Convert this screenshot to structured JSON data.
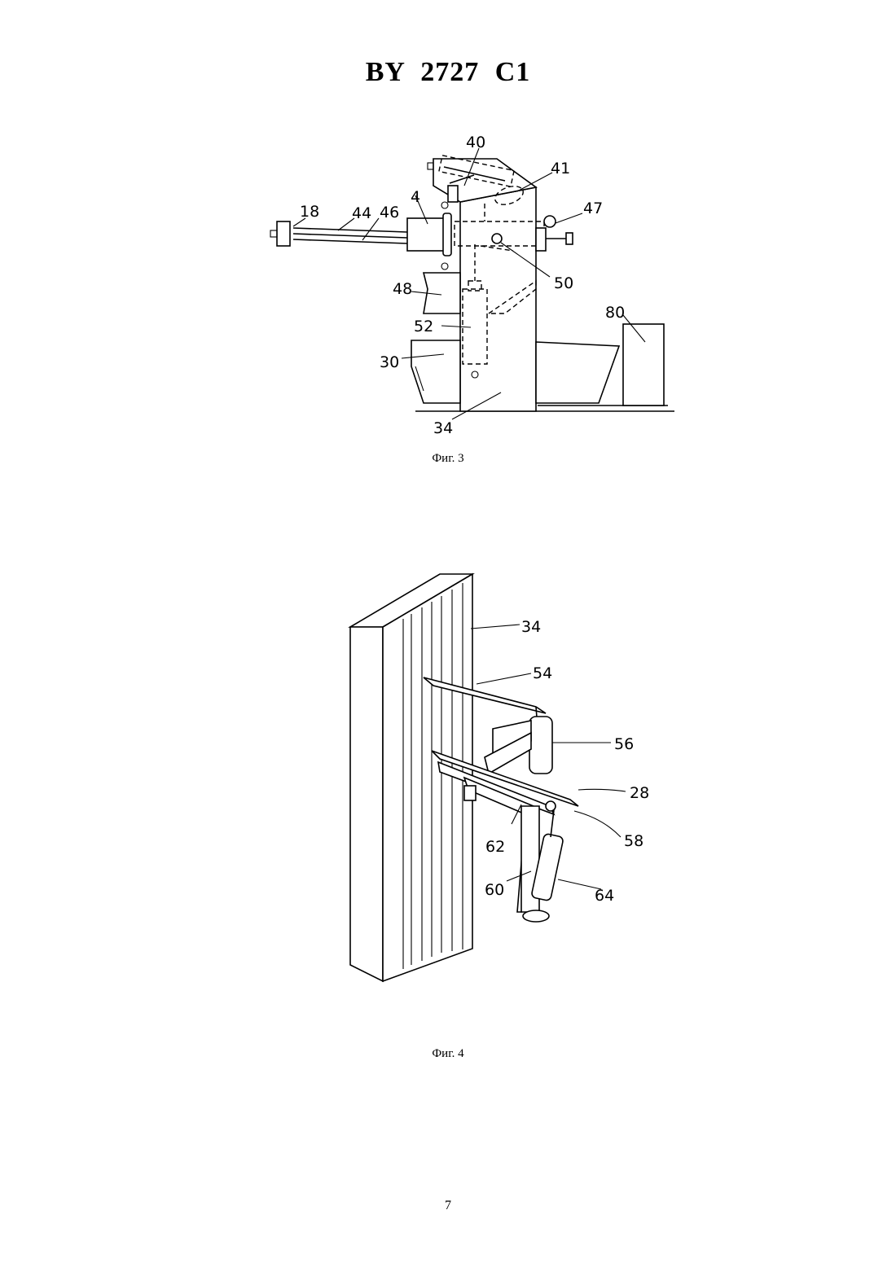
{
  "header": {
    "title": "BY 2727 C1"
  },
  "figure3": {
    "caption": "Фиг. 3",
    "labels": [
      "18",
      "44",
      "46",
      "4",
      "40",
      "41",
      "47",
      "50",
      "48",
      "52",
      "30",
      "34",
      "80"
    ]
  },
  "figure4": {
    "caption": "Фиг. 4",
    "labels": [
      "34",
      "54",
      "56",
      "28",
      "58",
      "62",
      "60",
      "64"
    ]
  },
  "page_number": "7"
}
